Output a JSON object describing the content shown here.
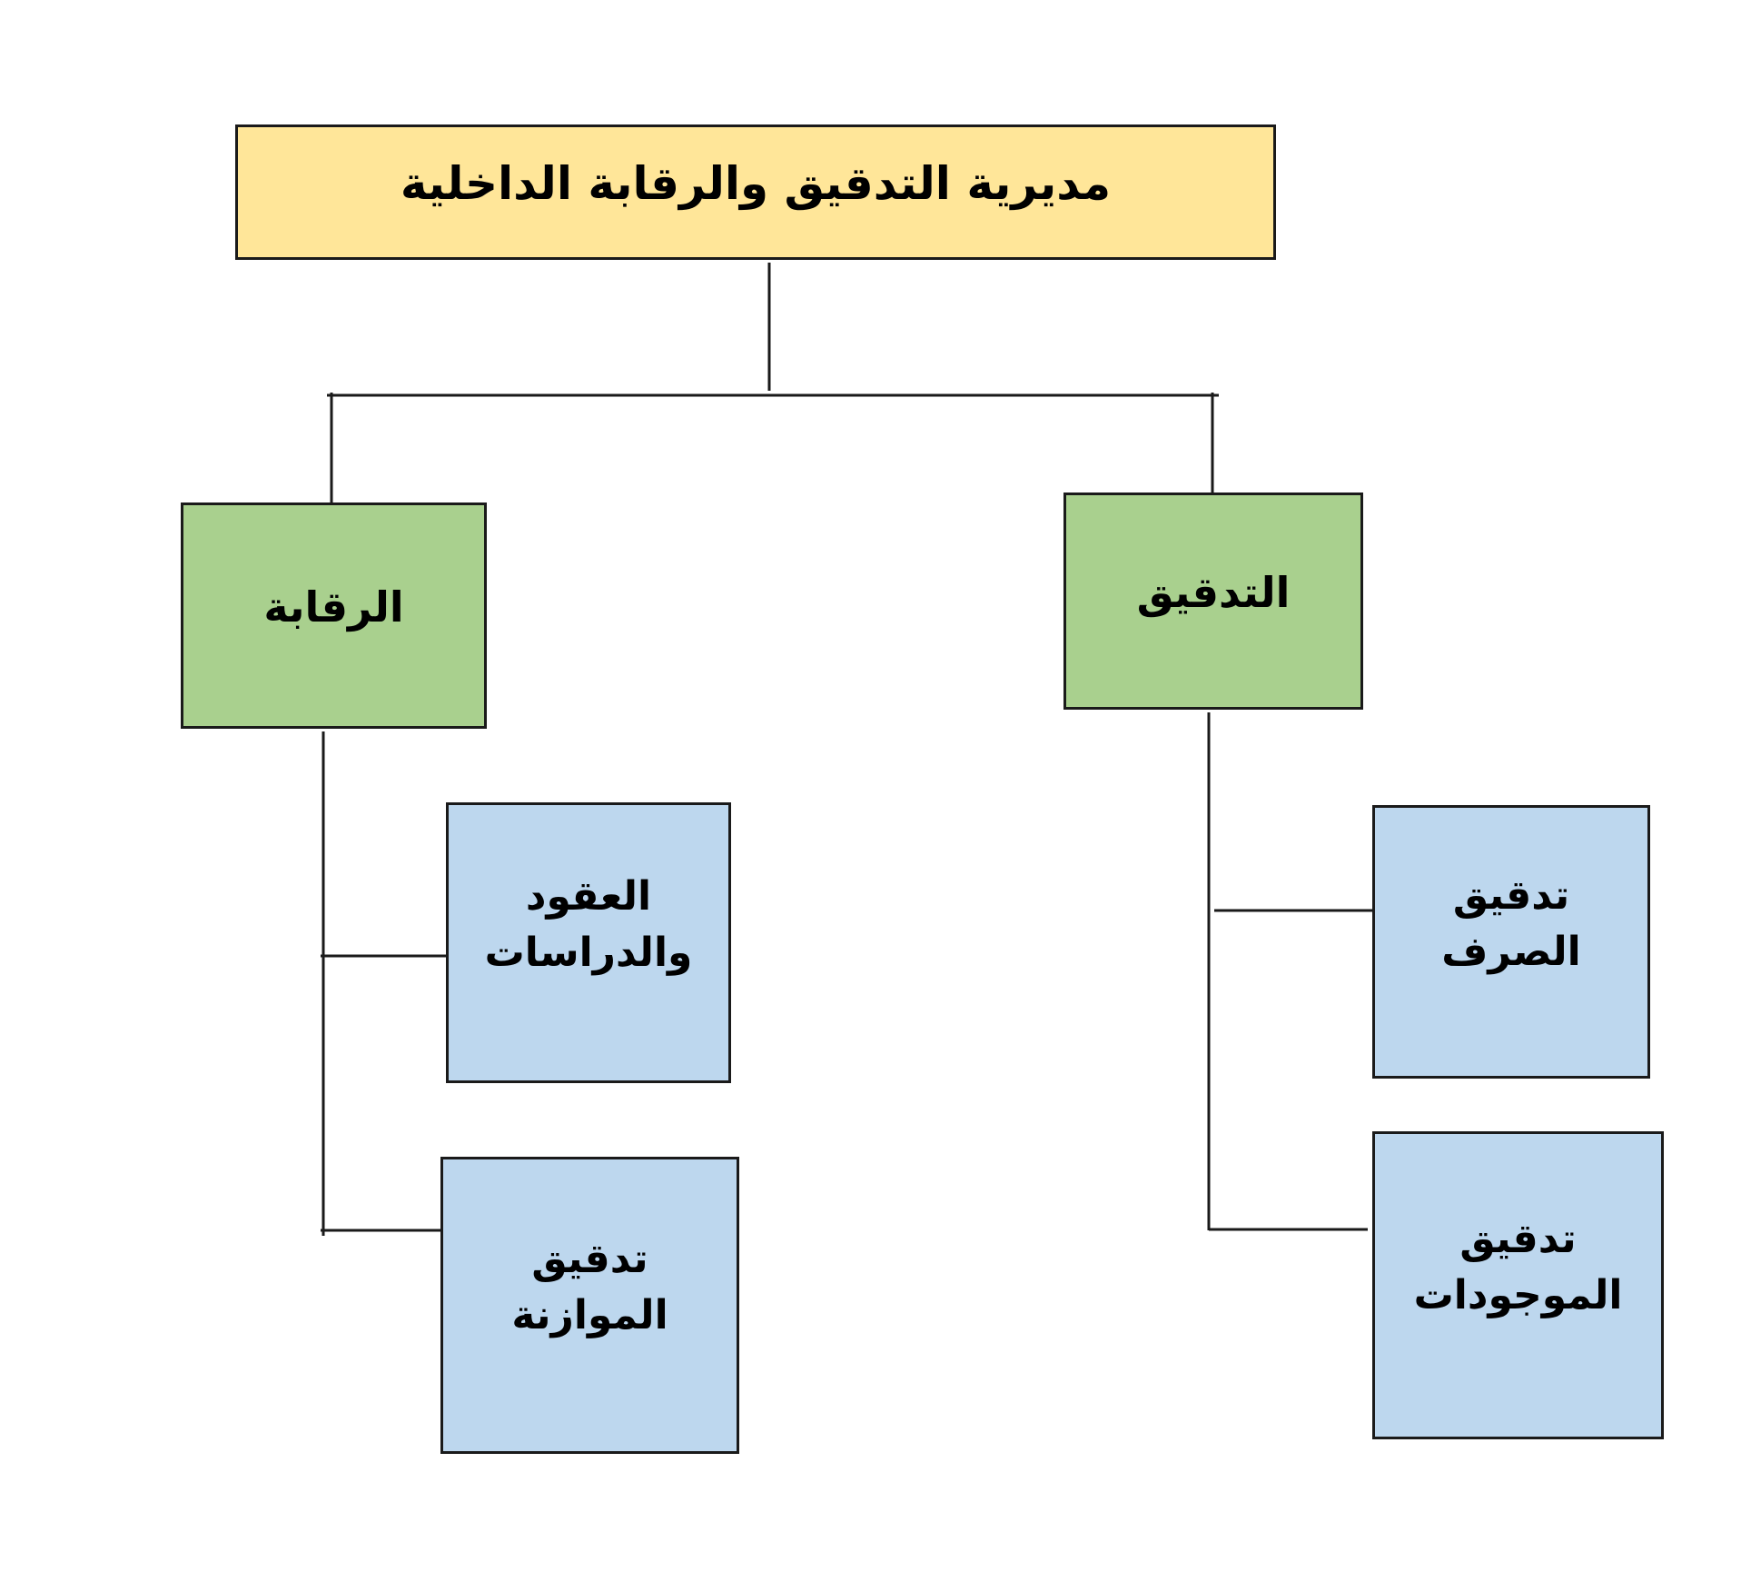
{
  "diagram": {
    "root": {
      "label": "مديرية التدقيق والرقابة الداخلية"
    },
    "control": {
      "label": "الرقابة"
    },
    "audit": {
      "label": "التدقيق"
    },
    "contracts": {
      "label": "العقود والدراسات"
    },
    "budget": {
      "label": "تدقيق الموازنة"
    },
    "spending": {
      "label": "تدقيق الصرف"
    },
    "assets": {
      "label": "تدقيق الموجودات"
    },
    "colors": {
      "root_fill": "#ffe699",
      "division_fill": "#a9d08e",
      "unit_fill": "#bdd7ee",
      "line": "#1a1a1a"
    }
  }
}
